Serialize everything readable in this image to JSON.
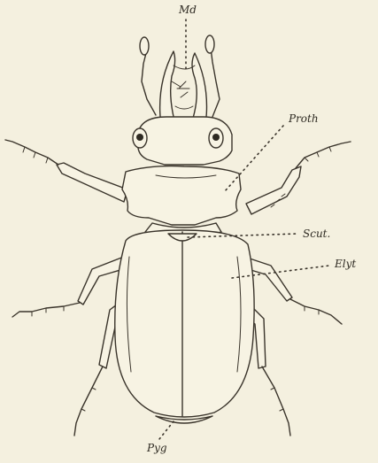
{
  "labels": {
    "mandible": "Md",
    "prothorax": "Proth",
    "scutellum": "Scut.",
    "elytra": "Elyt",
    "pygidium": "Pyg"
  }
}
